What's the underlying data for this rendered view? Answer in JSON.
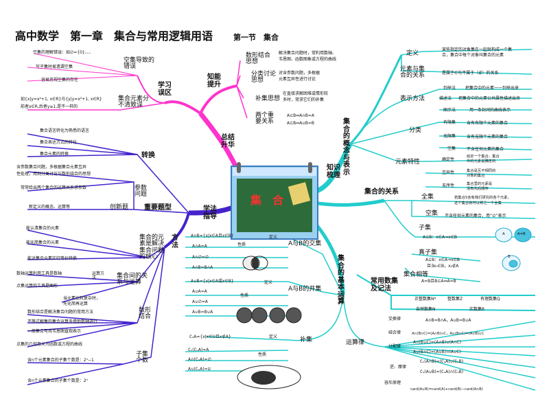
{
  "header": {
    "title": "高中数学　第一章　集合与常用逻辑用语",
    "section": "第一节　集合"
  },
  "center": {
    "label": "集　合"
  },
  "branches": {
    "zhishi": "知识梳理",
    "xuefa": "学法指导",
    "zongjie": "总结升华",
    "zhineng": "知能提升",
    "xuexi": "学习误区",
    "gainian": "集合的概念与表示",
    "guanxi": "集合的关系",
    "yunsuan": "集合的基本运算",
    "changyong": "常用数集及记法",
    "zhuanhuan": "转换",
    "zhongdian": "重要题型",
    "fangfa": "方法"
  },
  "left_top": {
    "wuqu1": "空集导致的错误",
    "wuqu1_items": [
      "空集的理解错误：如∅={0}、、、",
      "写子集时易遗漏空集",
      "容易忽视空集的存在"
    ],
    "wuqu2": "集合元素分不清致误",
    "wuqu2_items": [
      "如{x|y=x²+1, x∈R}与{y|y=x²+1, x∈R}",
      "前者x∈R,后者y≥1,是不一样的"
    ],
    "zn": [
      {
        "label": "数形结合思想",
        "desc": [
          "解决集合问题时，常利用数轴、",
          "韦恩图、函数图象或方程的曲线"
        ]
      },
      {
        "label": "分类讨论思想",
        "desc": [
          "对含参数问题，多根据",
          "元素互异性进行讨论"
        ]
      },
      {
        "label": "补集思想",
        "desc": [
          "在直接求解困难或情形较",
          "多时，常求它们的补集"
        ]
      },
      {
        "label": "两个重要关系",
        "desc": [
          "A⊆B⇔A∩B=A",
          "A⊆B⇔A∪B=B"
        ]
      }
    ]
  },
  "left_mid": {
    "zh_items": [
      "集合语言转化为熟悉的语言",
      "集合表达方式的转化",
      "集合元素的转换"
    ],
    "canshu": "参数问题",
    "canshu_items": [
      "含参数集合问题，多根据集合元素互异",
      "性处理，用到分类讨论与数形结合的思想",
      "常常给出两个集合的运算关系求参数"
    ],
    "chuangxin": "创新题",
    "chuangxin_item": "新定义的概念、运算等"
  },
  "left_bot": {
    "hexin": "集合的元素是解决集合问题的核心",
    "hexin_items": [
      "能认清集合的元素",
      "能化简集合的元素",
      "能对集合元素实行等价转换"
    ],
    "guanxi_ys": "集合间的关系与运算",
    "suanfa": "运算方法",
    "suanfa_items": [
      "数轴运算利用工具是数轴",
      "点集运算的工具是图形"
    ],
    "kongji_note": [
      "当元素比较复杂时，",
      "先化简再运算"
    ],
    "shuxing": "数形结合",
    "shuxing_items": [
      "数形结合是解决集合问题的常用方法",
      "不等式解集的集合运算多借助数轴进行",
      "一般集合可用韦恩图直观表示",
      "点集的几何意义为函数或方程的曲线"
    ],
    "ziji": "子集个数",
    "ziji_items": [
      "含n个元素集合的子集个数是：2ⁿ−1",
      "含n个元素集合的子集个数是：2ⁿ"
    ]
  },
  "right_top": {
    "dingyi": "定义",
    "dingyi_desc": [
      "某些指定的对象集在一起就构成一个集",
      "合，集合中每个对象叫集合的元素"
    ],
    "ysyjh": "元素与集合的关系",
    "ysyjh_desc": "是属于∈与不属于（∉）的关系",
    "biaoshi": "表示方法",
    "biaoshi_items": [
      {
        "k": "列举法",
        "v": "把集合中的元素一一列举出来"
      },
      {
        "k": "描述法",
        "v": "把集合中的元素公共属性描述出来"
      },
      {
        "k": "图示法",
        "v": "用一条封闭的曲线表示"
      }
    ],
    "fenlei": "分类",
    "fenlei_items": [
      {
        "k": "有限集",
        "v": "含有有限个元素的集合"
      },
      {
        "k": "无限集",
        "v": "含有无限个元素的集合"
      },
      {
        "k": "空集",
        "v": "不含任何元素的集合"
      }
    ],
    "texing": "元素特性",
    "texing_items": [
      {
        "k": "确定性",
        "v": [
          "给定一个集合，集合",
          "中的元素是确定的"
        ]
      },
      {
        "k": "互异性",
        "v": [
          "集合是互不相同的",
          "对象的集合"
        ]
      },
      {
        "k": "无序性",
        "v": [
          "集合里的元素是",
          "没有先后顺序"
        ]
      }
    ]
  },
  "right_mid": {
    "quanji": "全集",
    "quanji_desc": [
      "若集合S含有我们研究的各个元素，",
      "这个集合就可以称之一个全集"
    ],
    "kongji": "空集",
    "kongji_desc": "不含任何元素的集合，用“∅”表示",
    "ziji": "子集",
    "ziji_formula": "A⊆B：x∈A⇒x∈B",
    "zhenziji": "真子集",
    "zhenziji_formula": [
      "A⊊B：x∈A⇒x∈B",
      "且∃x₀∈B，x₀∉A"
    ],
    "xiangdeng": "集合相等",
    "xiangdeng_formula": "A=B且B⊆A⇔A=B",
    "venn_a": "A",
    "venn_b": "B",
    "venn_ab": "A=B",
    "shuji": [
      {
        "k": "正整数集N*",
        "v": "整数集Z",
        "w": "有理数集Q"
      },
      {
        "k": "自然数集N",
        "v": "实数集R"
      }
    ]
  },
  "right_bot": {
    "jiao": "A与B的交集",
    "jiao_def": "A∩B={x|x∈A且x∈B}",
    "jiao_props": [
      "A∩A=A",
      "A∩∅=∅",
      "A∩B=B∩A"
    ],
    "bing": "A与B的并集",
    "bing_def": "A∪B={x|x∈A或x∈B}",
    "bing_props": [
      "A∪A=A",
      "A∪∅=A",
      "A∪B=B∪A"
    ],
    "buji": "补集",
    "buji_def": "∁ᵤA={x|x∈U且x∉A}",
    "buji_props": [
      "∁ᵤ(∁ᵤA)=A",
      "A∩(∁ᵤA)=∅",
      "A∪(∁ᵤA)=U"
    ],
    "dingyi": "定义",
    "xingzhi": "性质",
    "yunsuanlv": "运算律",
    "laws": [
      {
        "k": "交换律",
        "v": "A∩B=B∩A，A∪B=B∪A"
      },
      {
        "k": "结合律",
        "v": "A∩(B∩C)=(A∩B)∩C，A∪(B∪C)=(A∪B)∪C"
      },
      {
        "k": "分配律",
        "v": "A∩(B∪C)=(A∩B)∪(A∩C)"
      },
      {
        "k": "",
        "v": "A∪(B∩C)=(A∪B)∩(A∪C)"
      },
      {
        "k": "逆、摩律",
        "v": "∁ᵤ(A∩B)=(∁ᵤA)∪(∁ᵤB)"
      },
      {
        "k": "",
        "v": "∁ᵤ(A∪B)=(∁ᵤA)∩(∁ᵤB)"
      },
      {
        "k": "容斥原理",
        "v": "card(A∪B)=card(A)+card(B)−card(A∩B)"
      }
    ]
  },
  "colors": {
    "pink": "#ff33cc",
    "purple": "#4422cc",
    "cyan": "#22cccc",
    "red": "#cc0000",
    "board": "#2e6b3a"
  }
}
